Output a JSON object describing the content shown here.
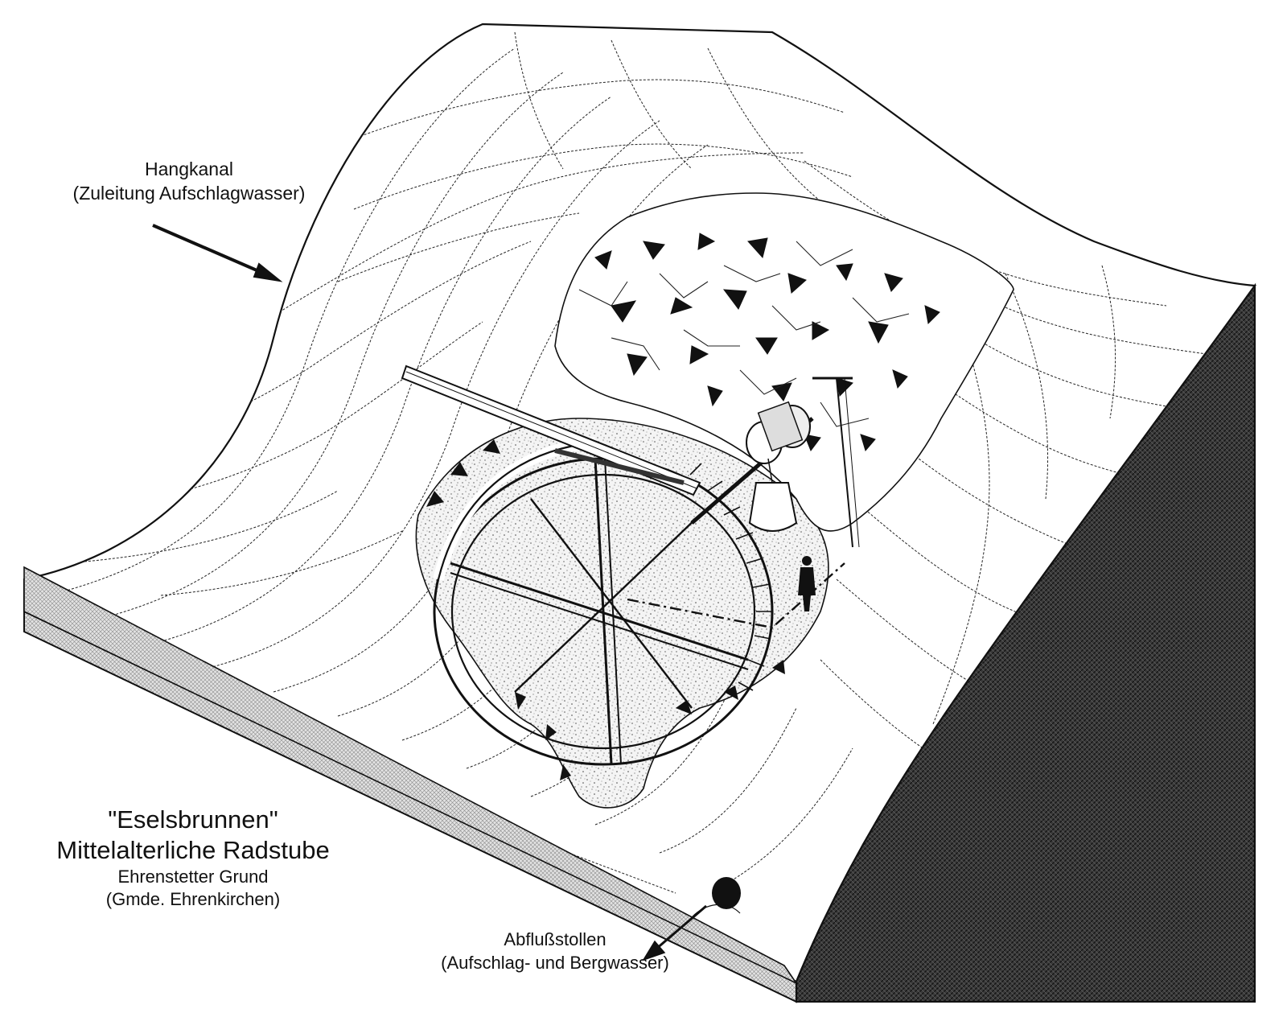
{
  "labels": {
    "hangkanal_line1": "Hangkanal",
    "hangkanal_line2": "(Zuleitung Aufschlagwasser)",
    "abfluss_line1": "Abflußstollen",
    "abfluss_line2": "(Aufschlag- und Bergwasser)"
  },
  "title": {
    "line1": "\"Eselsbrunnen\"",
    "line2": "Mittelalterliche Radstube",
    "line3": "Ehrenstetter Grund",
    "line4": "(Gmde. Ehrenkirchen)"
  },
  "colors": {
    "ink": "#111111",
    "section_dark": "#2c2c2c",
    "section_light": "#cfcfcf",
    "paper": "#ffffff"
  }
}
